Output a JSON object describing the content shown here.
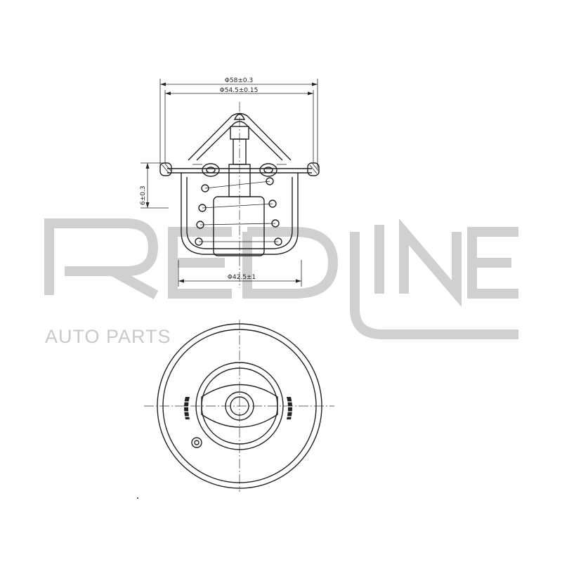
{
  "watermark": {
    "brand_word": "REDLINE",
    "subtitle": "AUTO PARTS",
    "color": "#d0d0d0"
  },
  "dimensions": {
    "outer_diameter": "Φ58±0.3",
    "flange_diameter": "Φ54.5±0.15",
    "body_diameter": "Φ42.5±1",
    "flange_height": "6±0.3"
  },
  "colors": {
    "line": "#222222",
    "background": "#ffffff"
  }
}
